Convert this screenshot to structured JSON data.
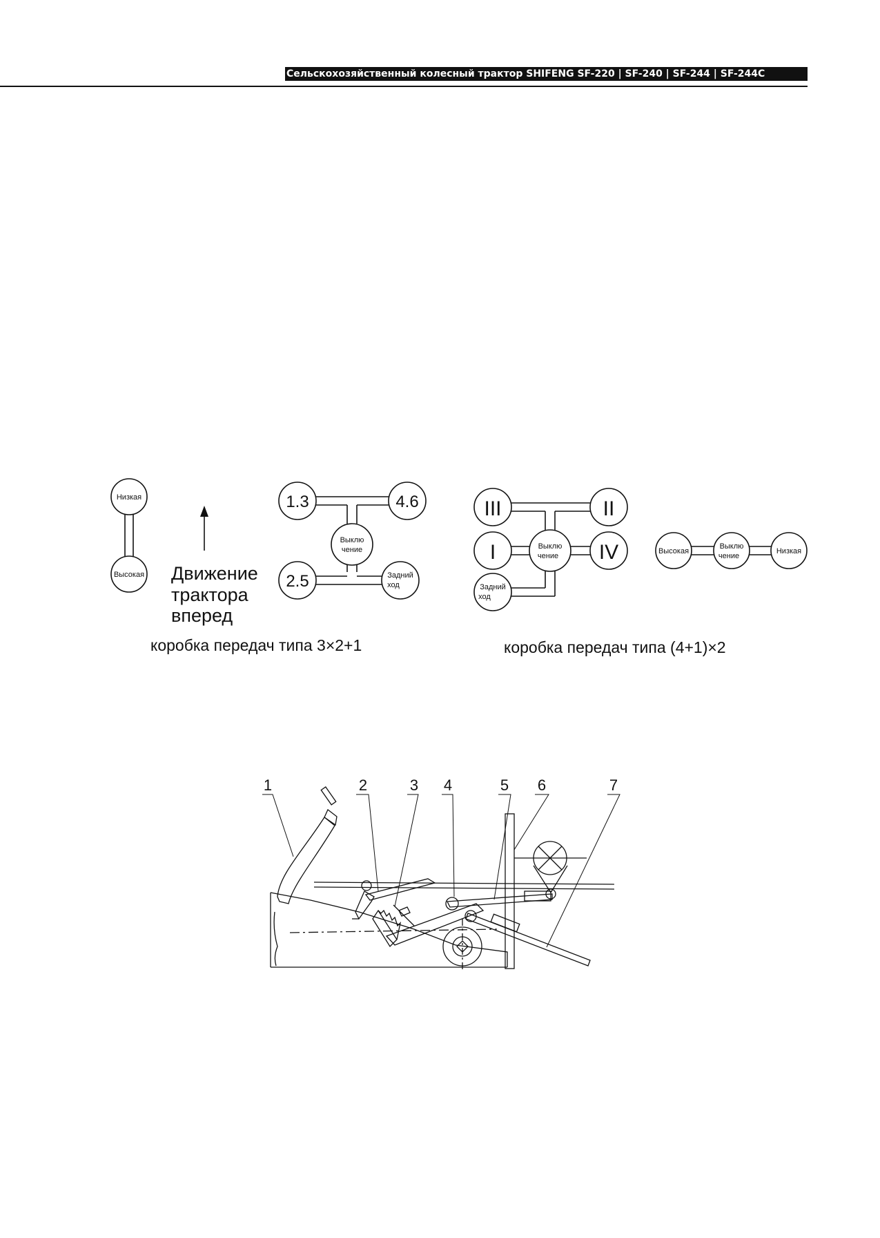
{
  "header": {
    "title": "Сельскохозяйственный колесный трактор SHIFENG SF-220 | SF-240 | SF-244 | SF-244C"
  },
  "gearbox_3x2_1": {
    "range_low": "Низкая",
    "range_high": "Высокая",
    "direction_line1": "Движение",
    "direction_line2": "трактора",
    "direction_line3": "вперед",
    "gear_13": "1.3",
    "gear_46": "4.6",
    "gear_25": "2.5",
    "neutral_line1": "Выклю",
    "neutral_line2": "чение",
    "reverse_line1": "Задний",
    "reverse_line2": "ход",
    "caption": "коробка передач типа 3×2+1"
  },
  "gearbox_4_1_x2": {
    "gear_iii": "III",
    "gear_ii": "II",
    "gear_i": "I",
    "gear_iv": "IV",
    "neutral_line1": "Выклю",
    "neutral_line2": "чение",
    "reverse_line1": "Задний",
    "reverse_line2": "ход",
    "range_high": "Высокая",
    "range_neutral_line1": "Выклю",
    "range_neutral_line2": "чение",
    "range_low": "Низкая",
    "caption": "коробка передач типа (4+1)×2"
  },
  "mechanism_callouts": [
    "1",
    "2",
    "3",
    "4",
    "5",
    "6",
    "7"
  ]
}
